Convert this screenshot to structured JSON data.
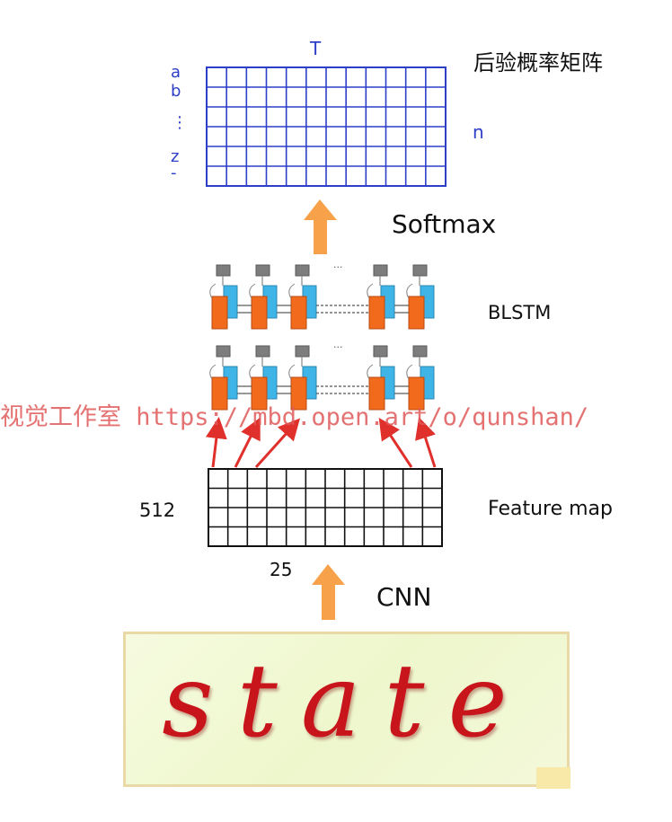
{
  "labels": {
    "posterior_matrix": "后验概率矩阵",
    "time_axis": "T",
    "class_axis": "n",
    "row_labels": [
      "a",
      "b",
      "⋮",
      "z",
      "-"
    ],
    "softmax": "Softmax",
    "blstm": "BLSTM",
    "ellipsis_top": "···",
    "ellipsis_mid": "···",
    "feature_map": "Feature map",
    "height_512": "512",
    "width_25": "25",
    "cnn": "CNN"
  },
  "input_word": "state",
  "watermark": "视觉工作室 https://mbd.open.art/o/qunshan/",
  "colors": {
    "grid_blue": "#2d3fc8",
    "arrow_orange": "#f7a24a",
    "lstm_orange": "#f26a1b",
    "lstm_cyan": "#3fb4e6",
    "lstm_gray": "#7d7d7d",
    "connector_red": "#e0302b",
    "word_red": "#c8141b"
  }
}
